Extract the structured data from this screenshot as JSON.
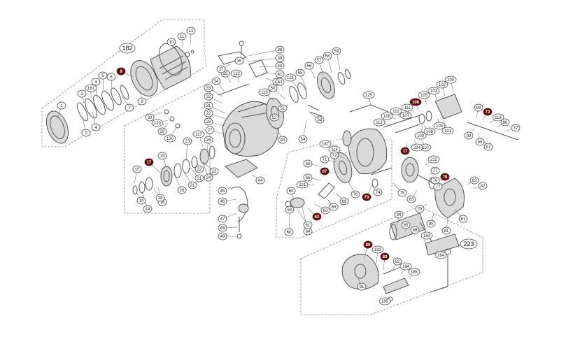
{
  "diagram": {
    "type": "exploded-parts-diagram",
    "highlight_color": "#5a0f14",
    "line_color": "#555555",
    "groups": [
      {
        "id": "g182",
        "label": "182"
      },
      {
        "id": "g223",
        "label": "223"
      }
    ],
    "callouts": [
      {
        "label": "1"
      },
      {
        "label": "2"
      },
      {
        "label": "3"
      },
      {
        "label": "4"
      },
      {
        "label": "4"
      },
      {
        "label": "5"
      },
      {
        "label": "6"
      },
      {
        "label": "7"
      },
      {
        "label": "8"
      },
      {
        "label": "9",
        "dark": true
      },
      {
        "label": "10"
      },
      {
        "label": "11"
      },
      {
        "label": "12"
      },
      {
        "label": "181"
      },
      {
        "label": "14"
      },
      {
        "label": "14"
      },
      {
        "label": "15"
      },
      {
        "label": "16"
      },
      {
        "label": "17",
        "dark": true
      },
      {
        "label": "18"
      },
      {
        "label": "19"
      },
      {
        "label": "20"
      },
      {
        "label": "21"
      },
      {
        "label": "21"
      },
      {
        "label": "22"
      },
      {
        "label": "22"
      },
      {
        "label": "23"
      },
      {
        "label": "24"
      },
      {
        "label": "26"
      },
      {
        "label": "29"
      },
      {
        "label": "30"
      },
      {
        "label": "120"
      },
      {
        "label": "120"
      },
      {
        "label": "117"
      },
      {
        "label": "31"
      },
      {
        "label": "32"
      },
      {
        "label": "33"
      },
      {
        "label": "34"
      },
      {
        "label": "22"
      },
      {
        "label": "28"
      },
      {
        "label": "27"
      },
      {
        "label": "35"
      },
      {
        "label": "122"
      },
      {
        "label": "37"
      },
      {
        "label": "38"
      },
      {
        "label": "39"
      },
      {
        "label": "40"
      },
      {
        "label": "41"
      },
      {
        "label": "42"
      },
      {
        "label": "36"
      },
      {
        "label": "119"
      },
      {
        "label": "53"
      },
      {
        "label": "50"
      },
      {
        "label": "51"
      },
      {
        "label": "52"
      },
      {
        "label": "53"
      },
      {
        "label": "54"
      },
      {
        "label": "55"
      },
      {
        "label": "56"
      },
      {
        "label": "57"
      },
      {
        "label": "58"
      },
      {
        "label": "59"
      },
      {
        "label": "121"
      },
      {
        "label": "43"
      },
      {
        "label": "44"
      },
      {
        "label": "45"
      },
      {
        "label": "46"
      },
      {
        "label": "47"
      },
      {
        "label": "48"
      },
      {
        "label": "49"
      },
      {
        "label": "225"
      },
      {
        "label": "167"
      },
      {
        "label": "114"
      },
      {
        "label": "72"
      },
      {
        "label": "71"
      },
      {
        "label": "68"
      },
      {
        "label": "67",
        "dark": true
      },
      {
        "label": "66"
      },
      {
        "label": "221"
      },
      {
        "label": "70"
      },
      {
        "label": "69"
      },
      {
        "label": "65"
      },
      {
        "label": "64"
      },
      {
        "label": "63"
      },
      {
        "label": "62",
        "dark": true
      },
      {
        "label": "61"
      },
      {
        "label": "60"
      },
      {
        "label": "60"
      },
      {
        "label": "60"
      },
      {
        "label": "74"
      },
      {
        "label": "73",
        "dark": true
      },
      {
        "label": "75"
      },
      {
        "label": "113"
      },
      {
        "label": "112"
      },
      {
        "label": "111"
      },
      {
        "label": "108"
      },
      {
        "label": "107"
      },
      {
        "label": "106",
        "dark": true
      },
      {
        "label": "105"
      },
      {
        "label": "103"
      },
      {
        "label": "102"
      },
      {
        "label": "100"
      },
      {
        "label": "109"
      },
      {
        "label": "104"
      },
      {
        "label": "101"
      },
      {
        "label": "108"
      },
      {
        "label": "110"
      },
      {
        "label": "224"
      },
      {
        "label": "17",
        "dark": true
      },
      {
        "label": "98"
      },
      {
        "label": "73",
        "dark": true
      },
      {
        "label": "118"
      },
      {
        "label": "96"
      },
      {
        "label": "77"
      },
      {
        "label": "99"
      },
      {
        "label": "95"
      },
      {
        "label": "97"
      },
      {
        "label": "222"
      },
      {
        "label": "77"
      },
      {
        "label": "78",
        "dark": true
      },
      {
        "label": "76"
      },
      {
        "label": "77"
      },
      {
        "label": "83"
      },
      {
        "label": "82"
      },
      {
        "label": "63"
      },
      {
        "label": "79"
      },
      {
        "label": "80"
      },
      {
        "label": "81"
      },
      {
        "label": "81"
      },
      {
        "label": "84"
      },
      {
        "label": "85"
      },
      {
        "label": "86"
      },
      {
        "label": "163"
      },
      {
        "label": "164"
      },
      {
        "label": "89",
        "dark": true
      },
      {
        "label": "183"
      },
      {
        "label": "89",
        "dark": true
      },
      {
        "label": "92"
      },
      {
        "label": "184"
      },
      {
        "label": "185"
      },
      {
        "label": "91"
      },
      {
        "label": "185"
      }
    ]
  }
}
